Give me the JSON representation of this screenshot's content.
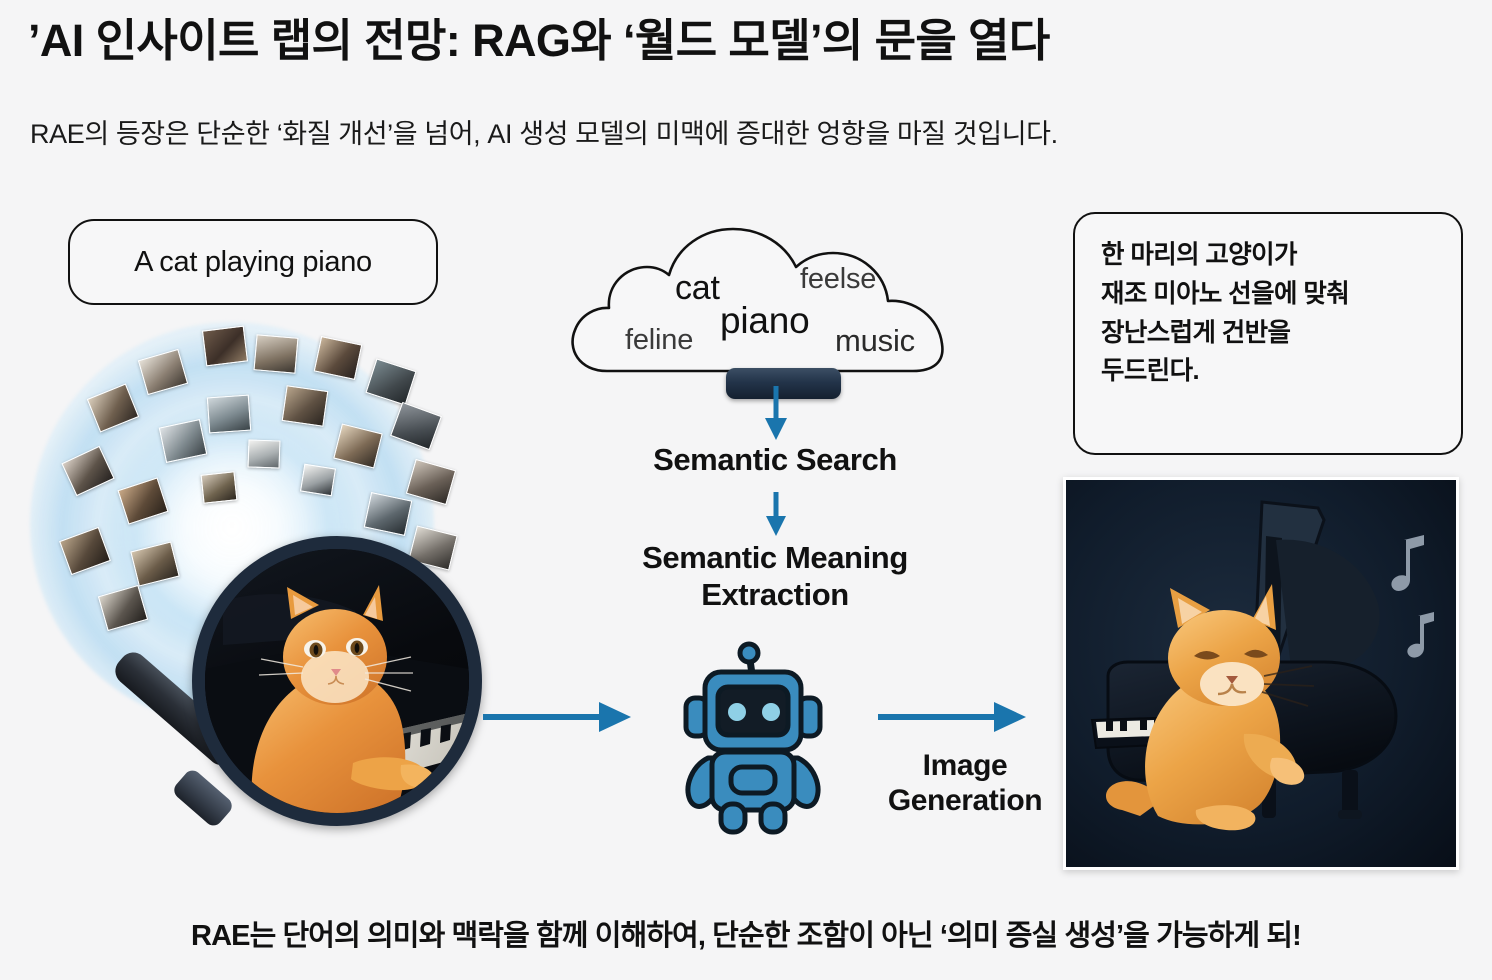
{
  "header": {
    "title": "’AI 인사이트 랩의 전망: RAG와 ‘월드 모델’의 문을 열다",
    "subtitle": "RAE의 등장은 단순한 ‘화질 개선’을 넘어, AI 생성 모델의 미맥에 증대한 엉항을 마질 것입니다."
  },
  "prompt": {
    "text": "A cat playing piano"
  },
  "cloud": {
    "words": [
      {
        "text": "cat",
        "emphasis": "large"
      },
      {
        "text": "feelse",
        "emphasis": "medium"
      },
      {
        "text": "piano",
        "emphasis": "large"
      },
      {
        "text": "feline",
        "emphasis": "medium"
      },
      {
        "text": "music",
        "emphasis": "medium"
      }
    ],
    "bar_icon": "database-bar-icon"
  },
  "flow": {
    "semantic_search": "Semantic Search",
    "semantic_meaning_extraction": "Semantic Meaning\nExtraction",
    "semantic_meaning_extraction_line1": "Semantic Meaning",
    "semantic_meaning_extraction_line2": "Extraction",
    "image_generation_line1": "Image",
    "image_generation_line2": "Generation",
    "robot_icon": "robot-icon",
    "arrow_down_icon": "arrow-down-icon",
    "arrow_right_icon": "arrow-right-icon",
    "magnifier_icon": "magnifier-icon"
  },
  "caption": {
    "lines": [
      "한 마리의 고양이가",
      "재조 미아노 선을에 맞춰",
      "장난스럽게 건반을",
      "두드린다."
    ]
  },
  "generated_image": {
    "alt": "orange-cat-playing-grand-piano",
    "music_note_icon": "music-note-icon"
  },
  "footer": {
    "text": "RAE는 단어의 의미와 맥락을 함께 이해하여, 단순한 조함이 아닌 ‘의미 증실 생성’을 가능하게 되!"
  },
  "colors": {
    "background": "#f5f5f6",
    "ink": "#111111",
    "accent_blue": "#1a75ad",
    "robot_body": "#3a8cbe",
    "robot_outline": "#0d1a24",
    "glow_blue": "#bcdef4",
    "dark_navy": "#14202f"
  }
}
